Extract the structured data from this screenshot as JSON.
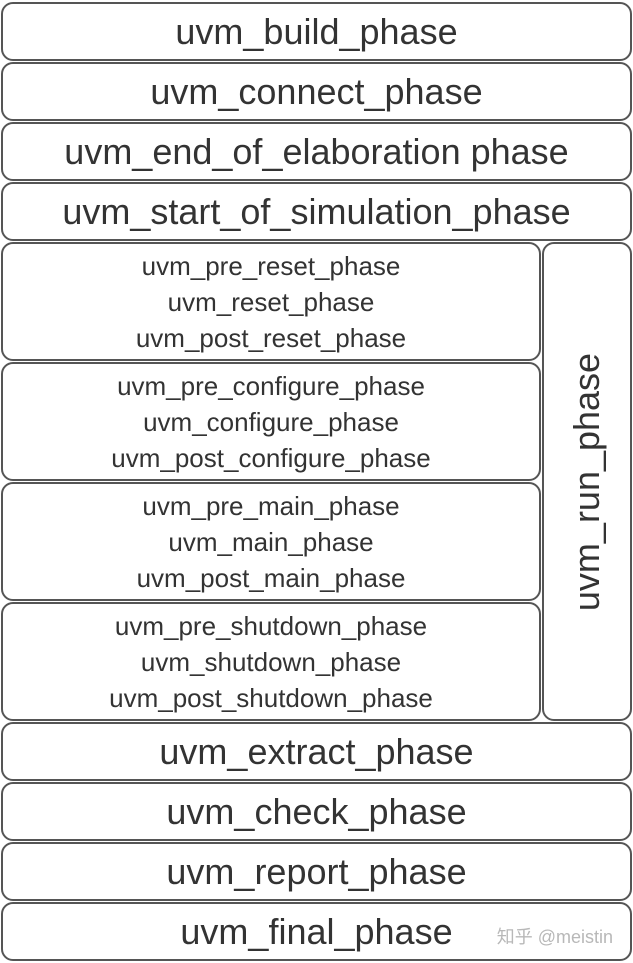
{
  "top_phases": [
    "uvm_build_phase",
    "uvm_connect_phase",
    "uvm_end_of_elaboration phase",
    "uvm_start_of_simulation_phase"
  ],
  "run_phase_label": "uvm_run_phase",
  "run_groups": [
    [
      "uvm_pre_reset_phase",
      "uvm_reset_phase",
      "uvm_post_reset_phase"
    ],
    [
      "uvm_pre_configure_phase",
      "uvm_configure_phase",
      "uvm_post_configure_phase"
    ],
    [
      "uvm_pre_main_phase",
      "uvm_main_phase",
      "uvm_post_main_phase"
    ],
    [
      "uvm_pre_shutdown_phase",
      "uvm_shutdown_phase",
      "uvm_post_shutdown_phase"
    ]
  ],
  "bottom_phases": [
    "uvm_extract_phase",
    "uvm_check_phase",
    "uvm_report_phase",
    "uvm_final_phase"
  ],
  "watermark": "知乎 @meistin"
}
